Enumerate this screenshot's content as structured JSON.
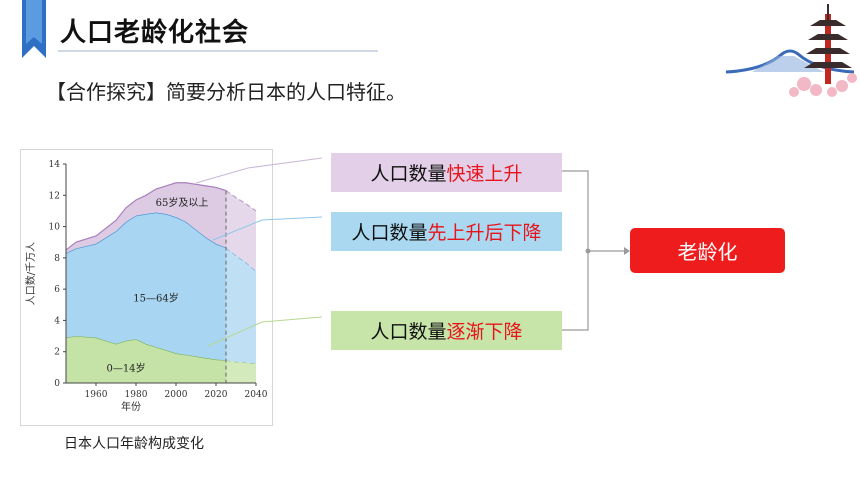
{
  "header": {
    "title": "人口老龄化社会",
    "subtitle": "【合作探究】简要分析日本的人口特征。"
  },
  "colors": {
    "accent_blue": "#2f6fc4",
    "band_65_plus": "#dccbe3",
    "band_15_64": "#a8d5f1",
    "band_0_14": "#c5e3a6",
    "highlight_red": "#e8141b",
    "result_red": "#ee1c1c"
  },
  "figure": {
    "caption": "日本人口年龄构成变化"
  },
  "boxes": [
    {
      "prefix": "人口数量",
      "highlight": "快速上升"
    },
    {
      "prefix": "人口数量",
      "highlight": "先上升后下降"
    },
    {
      "prefix": "人口数量",
      "highlight": "逐渐下降"
    }
  ],
  "result": {
    "label": "老龄化"
  },
  "chart_data": {
    "type": "area",
    "stacked": true,
    "xlabel": "年份",
    "ylabel": "人口数/千万人",
    "xlim": [
      1945,
      2040
    ],
    "ylim": [
      0,
      14
    ],
    "x_ticks": [
      "1960",
      "1980",
      "2000",
      "2020",
      "2040"
    ],
    "y_ticks": [
      "0",
      "2",
      "4",
      "6",
      "8",
      "10",
      "12",
      "14"
    ],
    "projection_start": 2025,
    "x": [
      1945,
      1950,
      1960,
      1970,
      1975,
      1980,
      1985,
      1990,
      1995,
      2000,
      2005,
      2010,
      2015,
      2020,
      2025,
      2030,
      2035,
      2040
    ],
    "series": [
      {
        "name": "0—14岁",
        "values": [
          2.9,
          3.0,
          2.9,
          2.5,
          2.7,
          2.8,
          2.5,
          2.3,
          2.1,
          1.9,
          1.8,
          1.7,
          1.6,
          1.5,
          1.45,
          1.35,
          1.3,
          1.25
        ]
      },
      {
        "name": "15—64岁",
        "values": [
          5.4,
          5.6,
          6.0,
          7.2,
          7.6,
          7.9,
          8.3,
          8.6,
          8.7,
          8.7,
          8.5,
          8.1,
          7.7,
          7.4,
          7.2,
          6.8,
          6.4,
          5.9
        ]
      },
      {
        "name": "65岁及以上",
        "values": [
          0.2,
          0.4,
          0.5,
          0.7,
          0.9,
          1.0,
          1.2,
          1.5,
          1.8,
          2.2,
          2.5,
          2.9,
          3.3,
          3.6,
          3.65,
          3.7,
          3.75,
          3.85
        ]
      }
    ]
  }
}
